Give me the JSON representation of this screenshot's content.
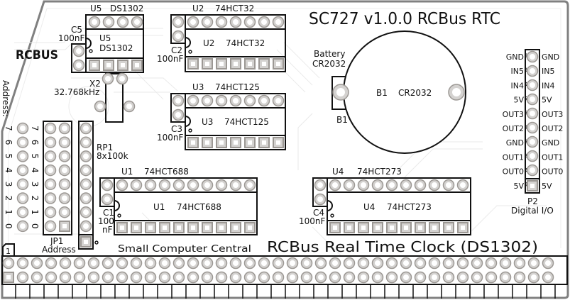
{
  "board": {
    "title": "SC727 v1.0.0 RCBus RTC",
    "subtitle": "RCBus Real Time Clock (DS1302)",
    "maker": "Small Computer Central",
    "logo": "RCBUS",
    "colors": {
      "outline": "#808080",
      "silk": "#111111",
      "pad_fill": "#d4d2d0",
      "pad_ring": "#9c9894",
      "trace": "#e6e6e6"
    }
  },
  "components": {
    "u5": {
      "ref": "U5",
      "part": "DS1302",
      "pins_per_row": 4
    },
    "c5": {
      "ref": "C5",
      "value": "100nF"
    },
    "u2": {
      "ref": "U2",
      "part": "74HCT32",
      "pins_per_row": 7
    },
    "c2": {
      "ref": "C2",
      "value": "100nF"
    },
    "u3": {
      "ref": "U3",
      "part": "74HCT125",
      "pins_per_row": 7
    },
    "c3": {
      "ref": "C3",
      "value": "100nF"
    },
    "u1": {
      "ref": "U1",
      "part": "74HCT688",
      "pins_per_row": 10
    },
    "c1": {
      "ref": "C1",
      "value_line1": "100",
      "value_line2": "nF"
    },
    "u4": {
      "ref": "U4",
      "part": "74HCT273",
      "pins_per_row": 10
    },
    "c4": {
      "ref": "C4",
      "value": "100nF"
    },
    "x2": {
      "ref": "X2",
      "value": "32.768kHz"
    },
    "b1": {
      "ref": "B1",
      "part": "CR2032",
      "label_line1": "Battery",
      "label_line2": "CR2032",
      "holder_ref": "B1"
    },
    "rp1": {
      "ref": "RP1",
      "value": "8x100k",
      "pins": 9
    },
    "jp1": {
      "ref": "JP1",
      "label": "Address",
      "rows": 8
    },
    "p2": {
      "ref": "P2",
      "label": "Digital I/O"
    }
  },
  "address": {
    "heading": "Address:",
    "bits": [
      "7",
      "6",
      "5",
      "4",
      "3",
      "2",
      "1",
      "0"
    ]
  },
  "p2_pins": [
    "GND",
    "IN5",
    "IN4",
    "5V",
    "OUT3",
    "OUT2",
    "GND",
    "OUT1",
    "OUT0",
    "5V"
  ],
  "bus": {
    "pin1_label": "1",
    "pins_per_row": 39,
    "rows": 2
  }
}
